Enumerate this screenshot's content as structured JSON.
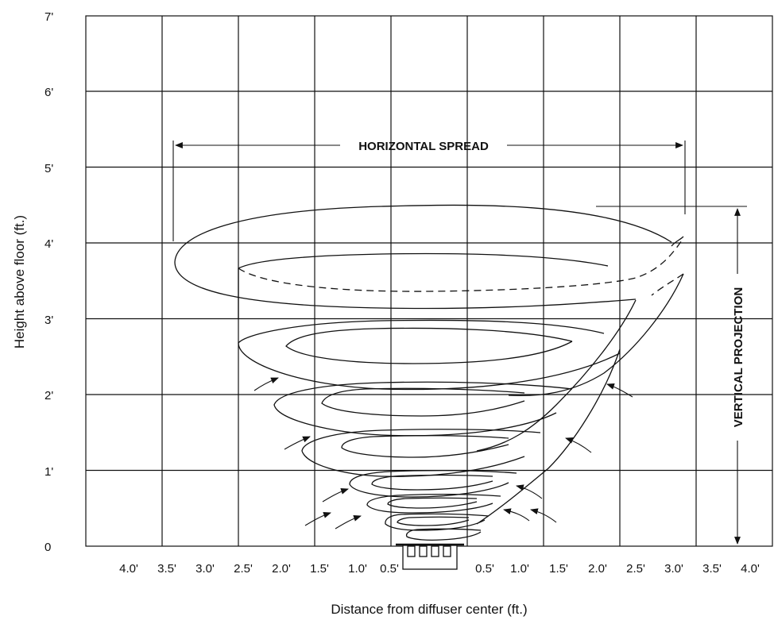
{
  "diagram": {
    "y_axis_label": "Height above floor (ft.)",
    "x_axis_label": "Distance from diffuser center (ft.)",
    "y_ticks": [
      "0",
      "1'",
      "2'",
      "3'",
      "4'",
      "5'",
      "6'",
      "7'"
    ],
    "x_ticks_left": [
      "4.0'",
      "3.5'",
      "3.0'",
      "2.5'",
      "2.0'",
      "1.5'",
      "1.0'",
      "0.5'"
    ],
    "x_ticks_right": [
      "0.5'",
      "1.0'",
      "1.5'",
      "2.0'",
      "2.5'",
      "3.0'",
      "3.5'",
      "4.0'"
    ],
    "horizontal_spread_label": "HORIZONTAL SPREAD",
    "vertical_projection_label": "VERTICAL PROJECTION"
  }
}
